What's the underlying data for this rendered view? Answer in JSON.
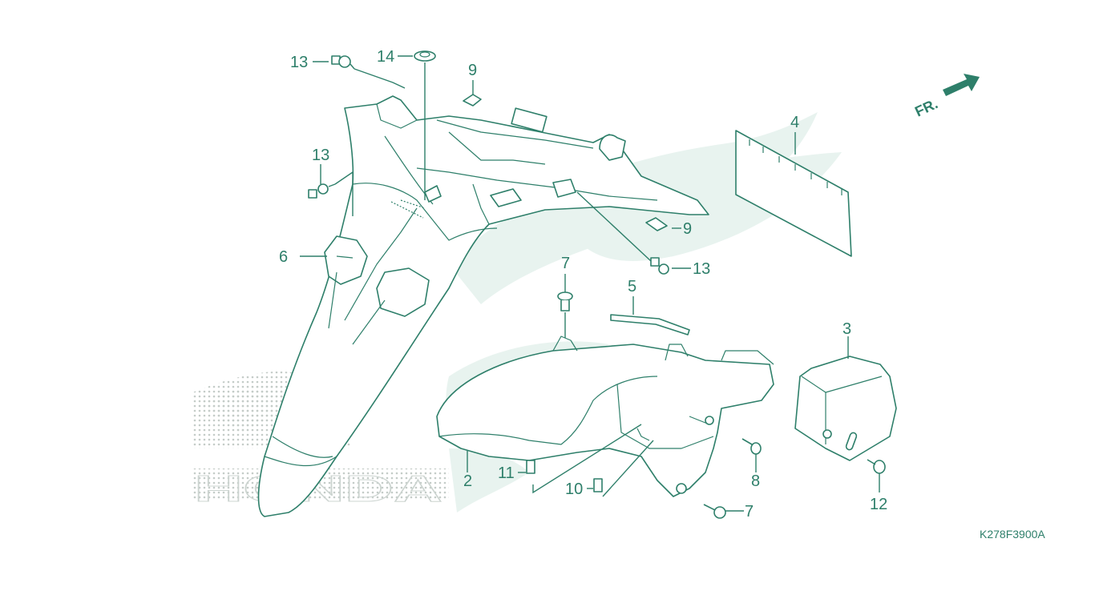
{
  "diagram": {
    "callouts": [
      {
        "id": "c1",
        "text": "13"
      },
      {
        "id": "c2",
        "text": "14"
      },
      {
        "id": "c3",
        "text": "9"
      },
      {
        "id": "c4",
        "text": "13"
      },
      {
        "id": "c5",
        "text": "9"
      },
      {
        "id": "c6",
        "text": "6"
      },
      {
        "id": "c7",
        "text": "13"
      },
      {
        "id": "c8",
        "text": "7"
      },
      {
        "id": "c9",
        "text": "5"
      },
      {
        "id": "c10",
        "text": "4"
      },
      {
        "id": "c11",
        "text": "3"
      },
      {
        "id": "c12",
        "text": "2"
      },
      {
        "id": "c13",
        "text": "11"
      },
      {
        "id": "c14",
        "text": "10"
      },
      {
        "id": "c15",
        "text": "8"
      },
      {
        "id": "c16",
        "text": "7"
      },
      {
        "id": "c17",
        "text": "12"
      }
    ],
    "direction_label": "FR.",
    "diagram_code": "K278F3900A",
    "watermark_text": "HONDA",
    "colors": {
      "line": "#2e7f6a",
      "watermark": "#e8f3ef",
      "background": "#ffffff"
    }
  }
}
